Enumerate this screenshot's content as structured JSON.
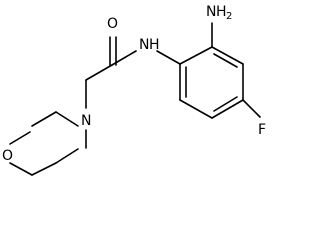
{
  "molecule": {
    "atoms": {
      "amino_nitrogen": "N",
      "amino_h": "H",
      "amino_h_count": "2",
      "amide_nitrogen": "N",
      "amide_h": "H",
      "carbonyl_oxygen": "O",
      "ring_nitrogen": "N",
      "ring_oxygen": "O",
      "fluorine": "F"
    }
  }
}
